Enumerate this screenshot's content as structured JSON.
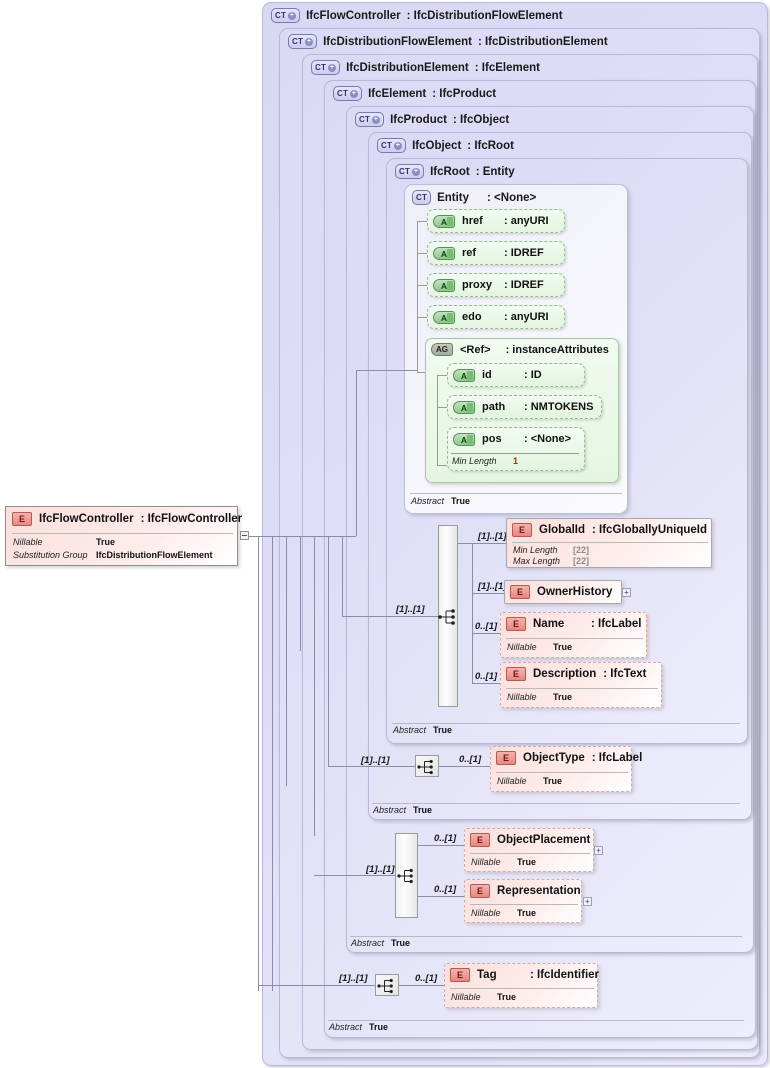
{
  "diagram": {
    "title": "IfcFlowController XSD schema diagram",
    "type": "xsd-complextype-hierarchy"
  },
  "root_element": {
    "badge": "E",
    "name": "IfcFlowController",
    "type": ": IfcFlowController",
    "facets": [
      {
        "key": "Nillable",
        "value": "True"
      },
      {
        "key": "Substitution Group",
        "value": "IfcDistributionFlowElement"
      }
    ],
    "collapse_icon": "minus-box"
  },
  "panels": [
    {
      "badge": "CT",
      "has_plus": true,
      "name": "IfcFlowController",
      "type": ": IfcDistributionFlowElement"
    },
    {
      "badge": "CT",
      "has_plus": true,
      "name": "IfcDistributionFlowElement",
      "type": ": IfcDistributionElement"
    },
    {
      "badge": "CT",
      "has_plus": true,
      "name": "IfcDistributionElement",
      "type": ": IfcElement"
    },
    {
      "badge": "CT",
      "has_plus": true,
      "name": "IfcElement",
      "type": ": IfcProduct"
    },
    {
      "badge": "CT",
      "has_plus": true,
      "name": "IfcProduct",
      "type": ": IfcObject"
    },
    {
      "badge": "CT",
      "has_plus": true,
      "name": "IfcObject",
      "type": ": IfcRoot"
    },
    {
      "badge": "CT",
      "has_plus": true,
      "name": "IfcRoot",
      "type": ": Entity"
    },
    {
      "badge": "CT",
      "has_plus": false,
      "name": "Entity",
      "type": ": <None>"
    }
  ],
  "entity": {
    "attributes": [
      {
        "badge": "A",
        "name": "href",
        "type": ": anyURI"
      },
      {
        "badge": "A",
        "name": "ref",
        "type": ": IDREF"
      },
      {
        "badge": "A",
        "name": "proxy",
        "type": ": IDREF"
      },
      {
        "badge": "A",
        "name": "edo",
        "type": ": anyURI"
      }
    ],
    "attribute_group": {
      "badge": "AG",
      "name": "<Ref>",
      "type": ": instanceAttributes",
      "attributes": [
        {
          "badge": "A",
          "name": "id",
          "type": ": ID",
          "facets": []
        },
        {
          "badge": "A",
          "name": "path",
          "type": ": NMTOKENS",
          "facets": []
        },
        {
          "badge": "A",
          "name": "pos",
          "type": ": <None>",
          "facets": [
            {
              "key": "Min Length",
              "value": "1"
            }
          ]
        }
      ]
    },
    "abstract": {
      "key": "Abstract",
      "value": "True"
    }
  },
  "ifcroot_group": {
    "occurrence": "[1]..[1]",
    "compositor": "sequence-icon",
    "elements": [
      {
        "badge": "E",
        "name": "GlobalId",
        "type": ": IfcGloballyUniqueId",
        "occurrence": "[1]..[1]",
        "required": true,
        "expander": false,
        "facets": [
          {
            "key": "Min Length",
            "value": "[22]",
            "gray": true
          },
          {
            "key": "Max Length",
            "value": "[22]",
            "gray": true
          }
        ]
      },
      {
        "badge": "E",
        "name": "OwnerHistory",
        "type": "",
        "occurrence": "[1]..[1]",
        "required": true,
        "expander": true,
        "facets": []
      },
      {
        "badge": "E",
        "name": "Name",
        "type": ": IfcLabel",
        "occurrence": "0..[1]",
        "required": false,
        "expander": false,
        "facets": [
          {
            "key": "Nillable",
            "value": "True"
          }
        ]
      },
      {
        "badge": "E",
        "name": "Description",
        "type": ": IfcText",
        "occurrence": "0..[1]",
        "required": false,
        "expander": false,
        "facets": [
          {
            "key": "Nillable",
            "value": "True"
          }
        ]
      }
    ],
    "abstract": {
      "key": "Abstract",
      "value": "True"
    }
  },
  "ifcobject_group": {
    "occurrence": "[1]..[1]",
    "compositor": "sequence-icon",
    "elements": [
      {
        "badge": "E",
        "name": "ObjectType",
        "type": ": IfcLabel",
        "occurrence": "0..[1]",
        "required": false,
        "expander": false,
        "facets": [
          {
            "key": "Nillable",
            "value": "True"
          }
        ]
      }
    ],
    "abstract": {
      "key": "Abstract",
      "value": "True"
    }
  },
  "ifcproduct_group": {
    "occurrence": "[1]..[1]",
    "compositor": "sequence-icon",
    "elements": [
      {
        "badge": "E",
        "name": "ObjectPlacement",
        "type": "",
        "occurrence": "0..[1]",
        "required": false,
        "expander": true,
        "facets": [
          {
            "key": "Nillable",
            "value": "True"
          }
        ]
      },
      {
        "badge": "E",
        "name": "Representation",
        "type": "",
        "occurrence": "0..[1]",
        "required": false,
        "expander": true,
        "facets": [
          {
            "key": "Nillable",
            "value": "True"
          }
        ]
      }
    ],
    "abstract": {
      "key": "Abstract",
      "value": "True"
    }
  },
  "ifcelement_group": {
    "occurrence": "[1]..[1]",
    "compositor": "sequence-icon",
    "elements": [
      {
        "badge": "E",
        "name": "Tag",
        "type": ": IfcIdentifier",
        "occurrence": "0..[1]",
        "required": false,
        "expander": false,
        "facets": [
          {
            "key": "Nillable",
            "value": "True"
          }
        ]
      }
    ],
    "abstract": {
      "key": "Abstract",
      "value": "True"
    }
  },
  "colors": {
    "panel": "#dcdcf6",
    "attribute": "#e2f5de",
    "element": "#fbdfdc",
    "line": "#8c8ca8",
    "red_facet": "#cc2200"
  }
}
